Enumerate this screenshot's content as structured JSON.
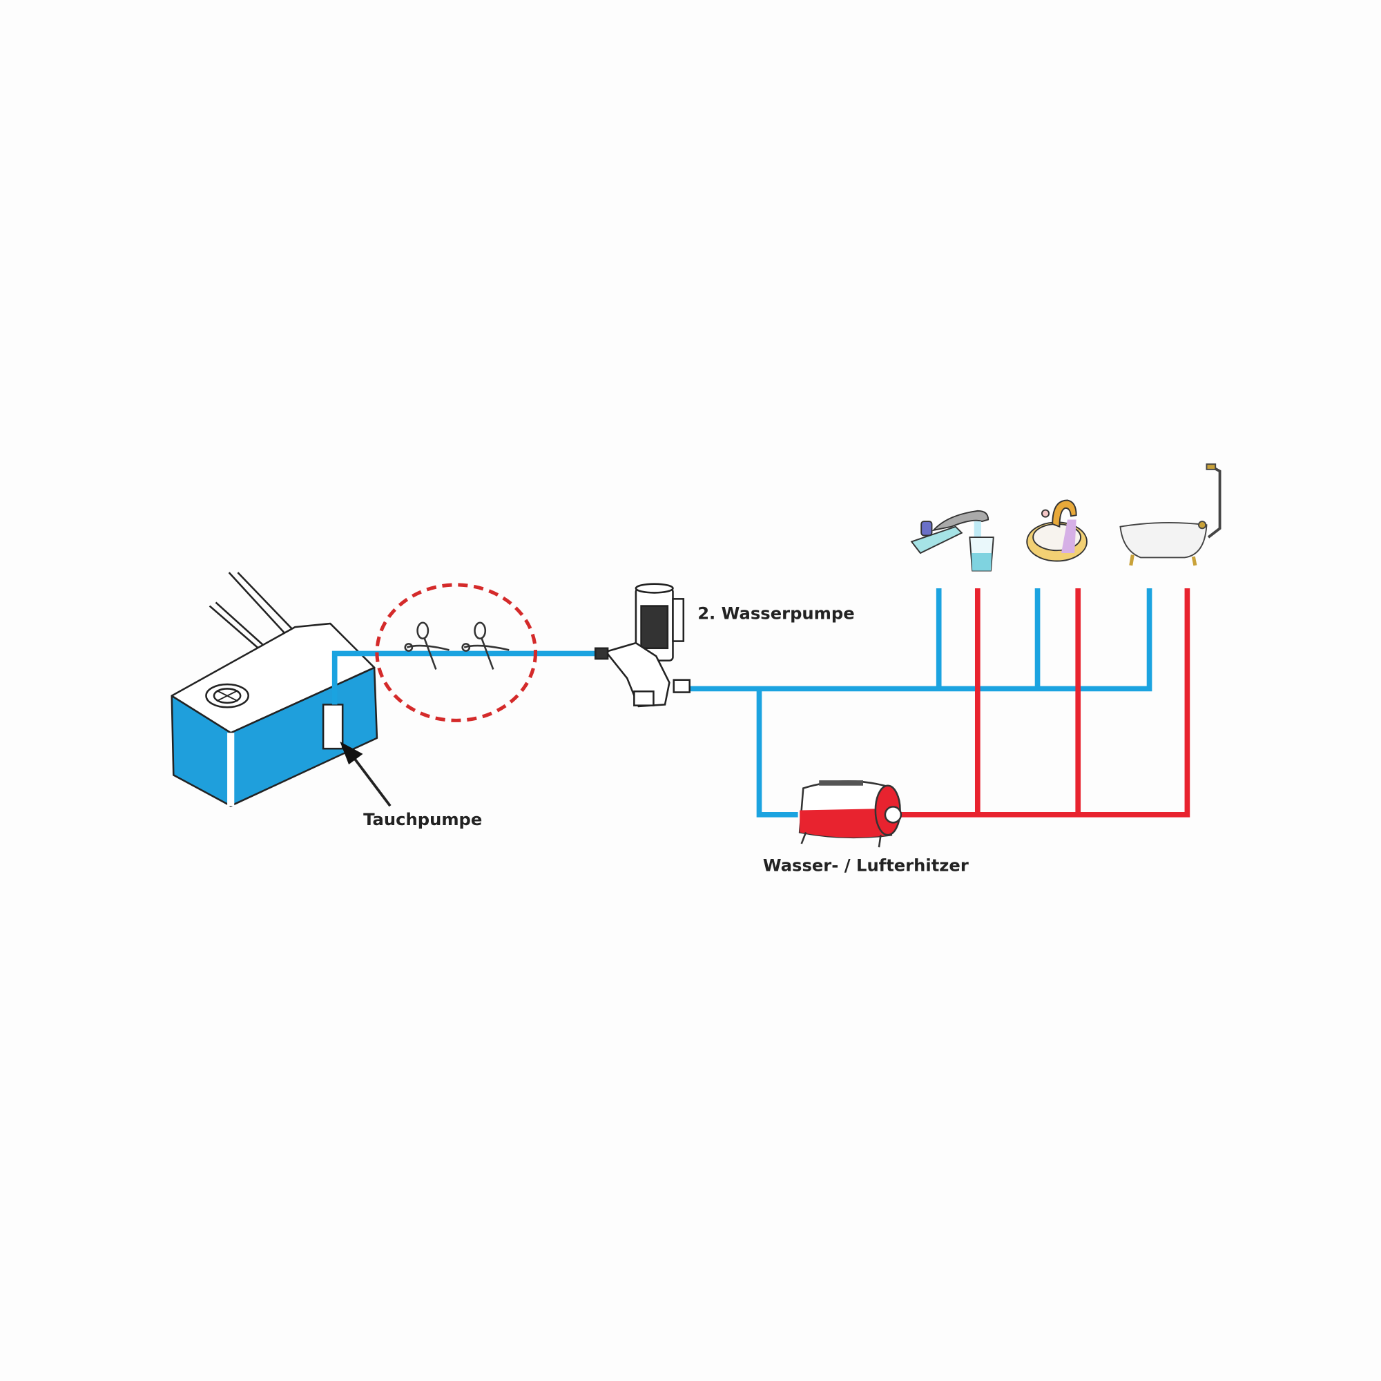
{
  "labels": {
    "submersible_pump": "Tauchpumpe",
    "second_pump": "2. Wasserpumpe",
    "heater": "Wasser- / Lufterhitzer"
  },
  "colors": {
    "cold_pipe": "#1ba3e0",
    "hot_pipe": "#e8232f",
    "tank_water": "#1f9fdc",
    "cut_marker": "#d42a2a"
  },
  "icons": [
    "scissors-icon",
    "faucet-glass-icon",
    "washbasin-icon",
    "bathtub-icon"
  ]
}
